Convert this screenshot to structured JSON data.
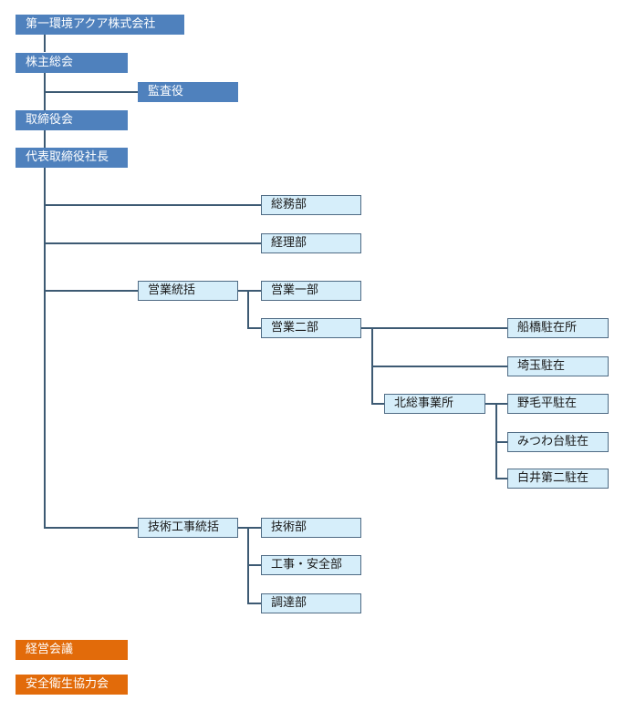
{
  "nodes": {
    "company": "第一環境アクア株式会社",
    "shareholders": "株主総会",
    "auditor": "監査役",
    "board": "取締役会",
    "president": "代表取締役社長",
    "general_affairs": "総務部",
    "accounting": "経理部",
    "sales_head": "営業統括",
    "sales_1": "営業一部",
    "sales_2": "営業二部",
    "funabashi": "船橋駐在所",
    "saitama": "埼玉駐在",
    "kitaso": "北総事業所",
    "nogehira": "野毛平駐在",
    "mitsuwadai": "みつわ台駐在",
    "shiroi": "白井第二駐在",
    "tech_head": "技術工事統括",
    "tech": "技術部",
    "construction": "工事・安全部",
    "procurement": "調達部",
    "management_council": "経営会議",
    "safety_council": "安全衛生協力会"
  },
  "colors": {
    "top_level": "#4f81bd",
    "department": "#d6eefa",
    "committee": "#e26b0a",
    "connector": "#3d5a73"
  }
}
